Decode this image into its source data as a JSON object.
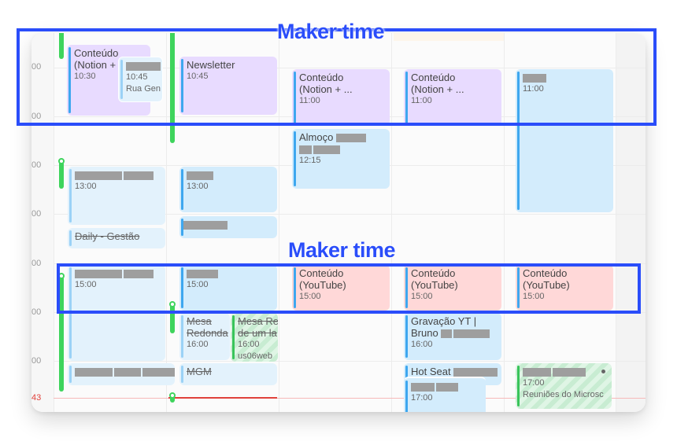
{
  "time_labels": [
    "00",
    "00",
    "00",
    "00",
    "00",
    "00",
    "00"
  ],
  "now_label": "43",
  "annotations": {
    "top": "Maker time",
    "middle": "Maker time"
  },
  "colors": {
    "annotation": "#2a4dfa",
    "purple_event": "#e8dbff",
    "blue_event": "#d3ecfc",
    "red_event": "#ffd8d8",
    "accent_bar": "#3ea7ef",
    "focus_bar": "#3ed45c",
    "now_line": "#e0413b"
  },
  "events": {
    "e1": {
      "title1": "Conteúdo",
      "title2": "(Notion +",
      "time": "10:30"
    },
    "e2": {
      "time": "10:45",
      "loc": "Rua Gen"
    },
    "e3": {
      "title": "Newsletter",
      "time": "10:45"
    },
    "e4": {
      "title1": "Conteúdo",
      "title2": "(Notion + ...",
      "time": "11:00"
    },
    "e5": {
      "title1": "Conteúdo",
      "title2": "(Notion + ...",
      "time": "11:00"
    },
    "e6": {
      "time": "11:00"
    },
    "e7": {
      "title": "Almoço",
      "time": "12:15"
    },
    "e8": {
      "time": "13:00"
    },
    "e9": {
      "time": "13:00"
    },
    "e10": {
      "title": "Daily - Gestão"
    },
    "e12": {
      "time": "15:00"
    },
    "e13": {
      "time": "15:00"
    },
    "e14": {
      "title1": "Conteúdo",
      "title2": "(YouTube)",
      "time": "15:00"
    },
    "e15": {
      "title1": "Conteúdo",
      "title2": "(YouTube)",
      "time": "15:00"
    },
    "e16": {
      "title1": "Conteúdo",
      "title2": "(YouTube)",
      "time": "15:00"
    },
    "e17": {
      "title1": "Mesa",
      "title2": "Redonda",
      "time": "16:00"
    },
    "e18": {
      "title1": "Mesa Re",
      "title2": "de um la",
      "time": "16:00",
      "loc": "us06web"
    },
    "e19": {
      "title1": "Gravação YT |",
      "title2": "Bruno",
      "time": "16:00"
    },
    "e21": {
      "title": "MGM"
    },
    "e22": {
      "title": "Hot Seat",
      "time": "17:00"
    },
    "e23": {
      "time": "17:00",
      "loc": "Reuniões do Microsc"
    }
  }
}
